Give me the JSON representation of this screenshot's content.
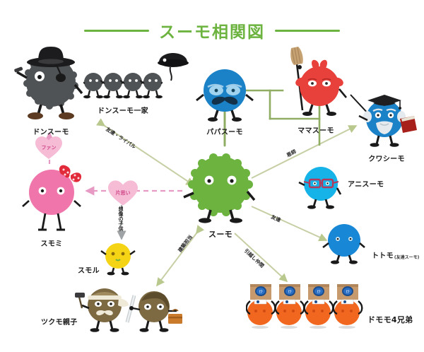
{
  "title": {
    "text": "スーモ相関図",
    "accent_color": "#6cb33f"
  },
  "characters": [
    {
      "id": "don-sumo",
      "name": "ドンスーモ",
      "sub": "",
      "color": "#565a5c"
    },
    {
      "id": "don-sumo-family",
      "name": "ドンスーモ一家",
      "sub": "",
      "color": "#4c5052"
    },
    {
      "id": "papa-sumo",
      "name": "パパスーモ",
      "sub": "",
      "color": "#1b82c8"
    },
    {
      "id": "mama-sumo",
      "name": "ママスーモ",
      "sub": "",
      "color": "#e8403a"
    },
    {
      "id": "kuwashi-mo",
      "name": "クワシーモ",
      "sub": "",
      "color": "#1b82c8"
    },
    {
      "id": "ani-sumo",
      "name": "アニスーモ",
      "sub": "",
      "color": "#16b3e8"
    },
    {
      "id": "toto-mo",
      "name": "トトモ",
      "sub": "(友達スーモ)",
      "color": "#1787d6"
    },
    {
      "id": "domo-mo",
      "name": "ドモモ4兄弟",
      "sub": "",
      "color": "#f2671f"
    },
    {
      "id": "tsukumo",
      "name": "ツクモ親子",
      "sub": "",
      "color": "#7d6a43"
    },
    {
      "id": "sumoru",
      "name": "スモル",
      "sub": "",
      "color": "#f5d416"
    },
    {
      "id": "sumomi",
      "name": "スモミ",
      "sub": "",
      "color": "#f075ab"
    },
    {
      "id": "suumo",
      "name": "スーモ",
      "sub": "",
      "color": "#6cb33f"
    }
  ],
  "relations": [
    {
      "id": "rival",
      "label": "友達・ライバル",
      "from": "don-sumo",
      "to": "suumo"
    },
    {
      "id": "fan",
      "label": "ファン",
      "from": "sumomi",
      "to": "don-sumo"
    },
    {
      "id": "crush",
      "label": "片思い",
      "from": "suumo",
      "to": "sumomi"
    },
    {
      "id": "child",
      "label": "想像の子供",
      "from": "crush",
      "to": "sumoru"
    },
    {
      "id": "mentor",
      "label": "恩師",
      "from": "suumo",
      "to": "kuwashi-mo"
    },
    {
      "id": "friend",
      "label": "友達",
      "from": "suumo",
      "to": "toto-mo"
    },
    {
      "id": "movers",
      "label": "引越し仲間",
      "from": "suumo",
      "to": "domo-mo"
    },
    {
      "id": "builders",
      "label": "建築担当",
      "from": "suumo",
      "to": "tsukumo"
    }
  ]
}
